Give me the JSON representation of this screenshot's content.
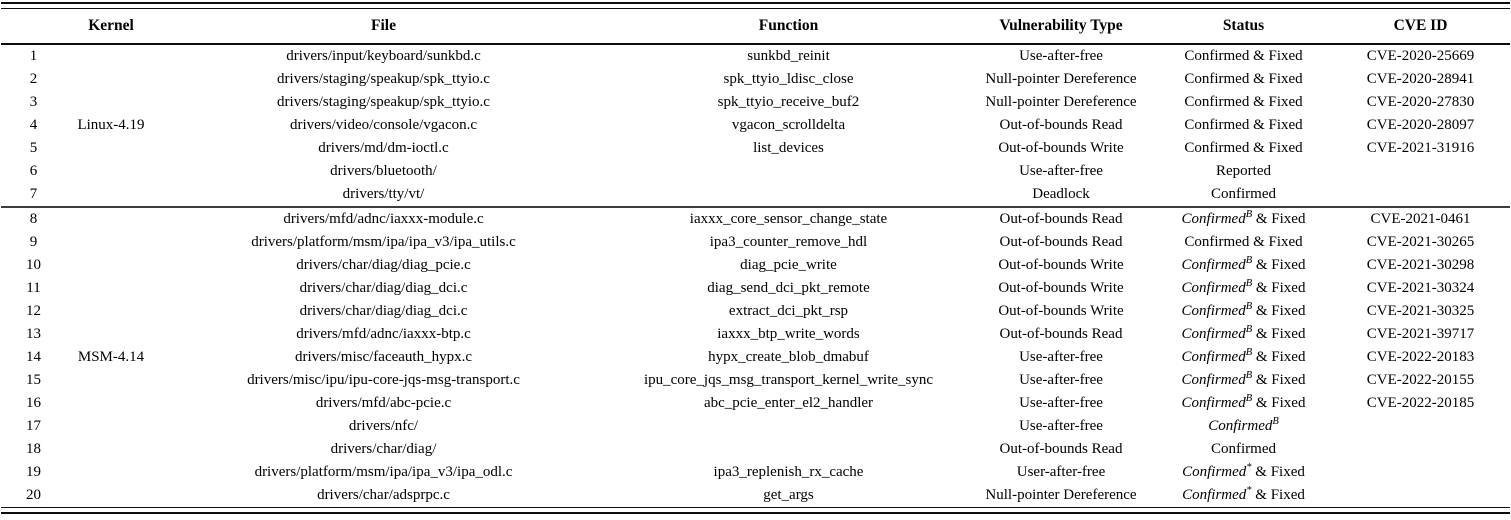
{
  "table": {
    "headers": [
      "",
      "Kernel",
      "File",
      "Function",
      "Vulnerability Type",
      "Status",
      "CVE ID"
    ],
    "groups": [
      {
        "kernel": "Linux-4.19",
        "rows": [
          {
            "num": "1",
            "file": "drivers/input/keyboard/sunkbd.c",
            "function": "sunkbd_reinit",
            "vuln": "Use-after-free",
            "status": {
              "base": "Confirmed",
              "italic": false,
              "sup": "",
              "suffix": " & Fixed"
            },
            "cve": "CVE-2020-25669"
          },
          {
            "num": "2",
            "file": "drivers/staging/speakup/spk_ttyio.c",
            "function": "spk_ttyio_ldisc_close",
            "vuln": "Null-pointer Dereference",
            "status": {
              "base": "Confirmed",
              "italic": false,
              "sup": "",
              "suffix": " & Fixed"
            },
            "cve": "CVE-2020-28941"
          },
          {
            "num": "3",
            "file": "drivers/staging/speakup/spk_ttyio.c",
            "function": "spk_ttyio_receive_buf2",
            "vuln": "Null-pointer Dereference",
            "status": {
              "base": "Confirmed",
              "italic": false,
              "sup": "",
              "suffix": " & Fixed"
            },
            "cve": "CVE-2020-27830"
          },
          {
            "num": "4",
            "file": "drivers/video/console/vgacon.c",
            "function": "vgacon_scrolldelta",
            "vuln": "Out-of-bounds Read",
            "status": {
              "base": "Confirmed",
              "italic": false,
              "sup": "",
              "suffix": " & Fixed"
            },
            "cve": "CVE-2020-28097"
          },
          {
            "num": "5",
            "file": "drivers/md/dm-ioctl.c",
            "function": "list_devices",
            "vuln": "Out-of-bounds Write",
            "status": {
              "base": "Confirmed",
              "italic": false,
              "sup": "",
              "suffix": " & Fixed"
            },
            "cve": "CVE-2021-31916"
          },
          {
            "num": "6",
            "file": "drivers/bluetooth/",
            "function": "",
            "vuln": "Use-after-free",
            "status": {
              "base": "Reported",
              "italic": false,
              "sup": "",
              "suffix": ""
            },
            "cve": ""
          },
          {
            "num": "7",
            "file": "drivers/tty/vt/",
            "function": "",
            "vuln": "Deadlock",
            "status": {
              "base": "Confirmed",
              "italic": false,
              "sup": "",
              "suffix": ""
            },
            "cve": ""
          }
        ]
      },
      {
        "kernel": "MSM-4.14",
        "rows": [
          {
            "num": "8",
            "file": "drivers/mfd/adnc/iaxxx-module.c",
            "function": "iaxxx_core_sensor_change_state",
            "vuln": "Out-of-bounds Read",
            "status": {
              "base": "Confirmed",
              "italic": true,
              "sup": "B",
              "suffix": " & Fixed"
            },
            "cve": "CVE-2021-0461"
          },
          {
            "num": "9",
            "file": "drivers/platform/msm/ipa/ipa_v3/ipa_utils.c",
            "function": "ipa3_counter_remove_hdl",
            "vuln": "Out-of-bounds Read",
            "status": {
              "base": "Confirmed",
              "italic": false,
              "sup": "",
              "suffix": " & Fixed"
            },
            "cve": "CVE-2021-30265"
          },
          {
            "num": "10",
            "file": "drivers/char/diag/diag_pcie.c",
            "function": "diag_pcie_write",
            "vuln": "Out-of-bounds Write",
            "status": {
              "base": "Confirmed",
              "italic": true,
              "sup": "B",
              "suffix": " & Fixed"
            },
            "cve": "CVE-2021-30298"
          },
          {
            "num": "11",
            "file": "drivers/char/diag/diag_dci.c",
            "function": "diag_send_dci_pkt_remote",
            "vuln": "Out-of-bounds Write",
            "status": {
              "base": "Confirmed",
              "italic": true,
              "sup": "B",
              "suffix": " & Fixed"
            },
            "cve": "CVE-2021-30324"
          },
          {
            "num": "12",
            "file": "drivers/char/diag/diag_dci.c",
            "function": "extract_dci_pkt_rsp",
            "vuln": "Out-of-bounds Write",
            "status": {
              "base": "Confirmed",
              "italic": true,
              "sup": "B",
              "suffix": " & Fixed"
            },
            "cve": "CVE-2021-30325"
          },
          {
            "num": "13",
            "file": "drivers/mfd/adnc/iaxxx-btp.c",
            "function": "iaxxx_btp_write_words",
            "vuln": "Out-of-bounds Read",
            "status": {
              "base": "Confirmed",
              "italic": true,
              "sup": "B",
              "suffix": " & Fixed"
            },
            "cve": "CVE-2021-39717"
          },
          {
            "num": "14",
            "file": "drivers/misc/faceauth_hypx.c",
            "function": "hypx_create_blob_dmabuf",
            "vuln": "Use-after-free",
            "status": {
              "base": "Confirmed",
              "italic": true,
              "sup": "B",
              "suffix": " & Fixed"
            },
            "cve": "CVE-2022-20183"
          },
          {
            "num": "15",
            "file": "drivers/misc/ipu/ipu-core-jqs-msg-transport.c",
            "function": "ipu_core_jqs_msg_transport_kernel_write_sync",
            "vuln": "Use-after-free",
            "status": {
              "base": "Confirmed",
              "italic": true,
              "sup": "B",
              "suffix": " & Fixed"
            },
            "cve": "CVE-2022-20155"
          },
          {
            "num": "16",
            "file": "drivers/mfd/abc-pcie.c",
            "function": "abc_pcie_enter_el2_handler",
            "vuln": "Use-after-free",
            "status": {
              "base": "Confirmed",
              "italic": true,
              "sup": "B",
              "suffix": " & Fixed"
            },
            "cve": "CVE-2022-20185"
          },
          {
            "num": "17",
            "file": "drivers/nfc/",
            "function": "",
            "vuln": "Use-after-free",
            "status": {
              "base": "Confirmed",
              "italic": true,
              "sup": "B",
              "suffix": ""
            },
            "cve": ""
          },
          {
            "num": "18",
            "file": "drivers/char/diag/",
            "function": "",
            "vuln": "Out-of-bounds Read",
            "status": {
              "base": "Confirmed",
              "italic": false,
              "sup": "",
              "suffix": ""
            },
            "cve": ""
          },
          {
            "num": "19",
            "file": "drivers/platform/msm/ipa/ipa_v3/ipa_odl.c",
            "function": "ipa3_replenish_rx_cache",
            "vuln": "User-after-free",
            "status": {
              "base": "Confirmed",
              "italic": true,
              "sup": "*",
              "suffix": " & Fixed"
            },
            "cve": ""
          },
          {
            "num": "20",
            "file": "drivers/char/adsprpc.c",
            "function": "get_args",
            "vuln": "Null-pointer Dereference",
            "status": {
              "base": "Confirmed",
              "italic": true,
              "sup": "*",
              "suffix": " & Fixed"
            },
            "cve": ""
          }
        ]
      }
    ]
  }
}
